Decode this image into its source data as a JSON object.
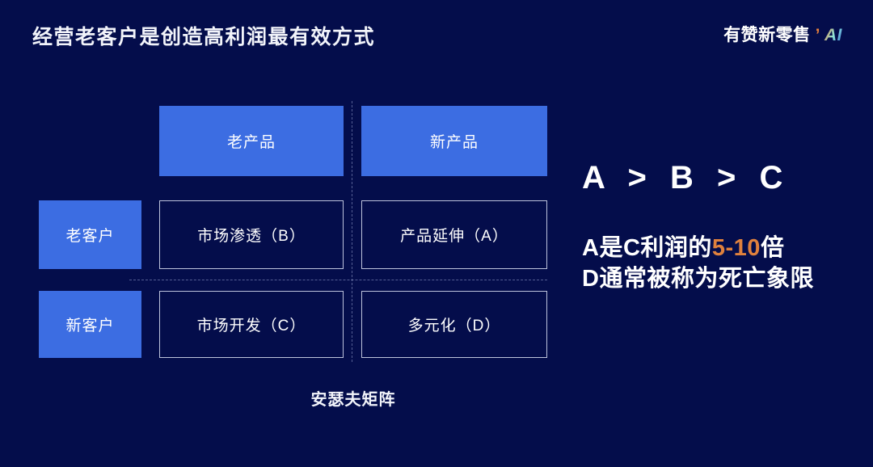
{
  "slide": {
    "title": "经营老客户是创造高利润最有效方式",
    "logo": {
      "brand": "有赞新零售",
      "ai": "AI"
    },
    "colors": {
      "background": "#040d4b",
      "accent_blue": "#3c6de2",
      "highlight_orange": "#e0813d",
      "cell_border": "#dee4f6"
    }
  },
  "matrix": {
    "caption": "安瑟夫矩阵",
    "column_headers": [
      "老产品",
      "新产品"
    ],
    "row_headers": [
      "老客户",
      "新客户"
    ],
    "cells": [
      [
        "市场渗透（B）",
        "产品延伸（A）"
      ],
      [
        "市场开发（C）",
        "多元化（D）"
      ]
    ]
  },
  "insight": {
    "formula": "A > B > C",
    "line1_prefix": "A是C利润的",
    "line1_highlight": "5-10",
    "line1_suffix": "倍",
    "line2": "D通常被称为死亡象限"
  }
}
